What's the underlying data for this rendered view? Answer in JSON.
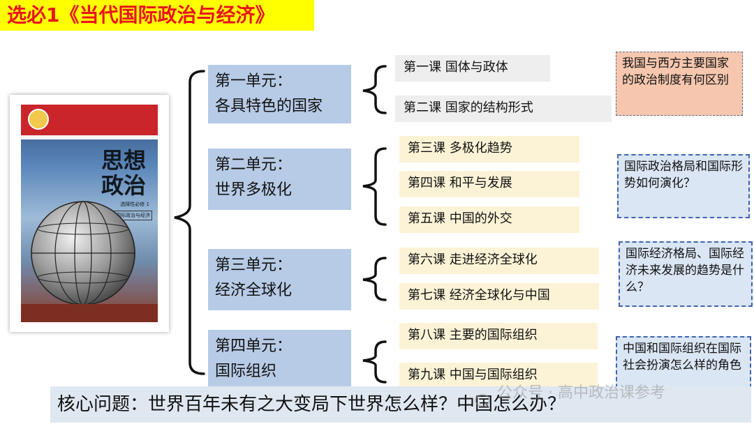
{
  "header": {
    "title": "选必1《当代国际政治与经济》"
  },
  "book": {
    "title_line1": "思想",
    "title_line2": "政治",
    "subtitle": "选择性必修 1",
    "subject": "当代国际政治与经济"
  },
  "units": [
    {
      "name": "第一单元：",
      "title": "各具特色的国家",
      "lessons": [
        "第一课  国体与政体",
        "第二课  国家的结构形式"
      ],
      "question": "我国与西方主要国家的政治制度有何区别"
    },
    {
      "name": "第二单元：",
      "title": "世界多极化",
      "lessons": [
        "第三课  多极化趋势",
        "第四课  和平与发展",
        "第五课  中国的外交"
      ],
      "question": "国际政治格局和国际形势如何演化？"
    },
    {
      "name": "第三单元：",
      "title": "经济全球化",
      "lessons": [
        "第六课  走进经济全球化",
        "第七课  经济全球化与中国"
      ],
      "question": "国际经济格局、国际经济未来发展的趋势是什么？"
    },
    {
      "name": "第四单元：",
      "title": "国际组织",
      "lessons": [
        "第八课  主要的国际组织",
        "第九课  中国与国际组织"
      ],
      "question": "中国和国际组织在国际社会扮演怎么样的角色"
    }
  ],
  "core_question": "核心问题：世界百年未有之大变局下世界怎么样？中国怎么办？",
  "watermark": "公众号 · 高中政治课参考",
  "colors": {
    "title_bg": "#ffff00",
    "title_text": "#e8141b",
    "unit_bg": "#b7cbe6",
    "lesson_grey": "#eeeeee",
    "lesson_cream": "#fcf3d6",
    "question_pink": "#f6c7ae",
    "question_blue": "#dbe6f4",
    "core_bg": "#dfe7f1"
  }
}
